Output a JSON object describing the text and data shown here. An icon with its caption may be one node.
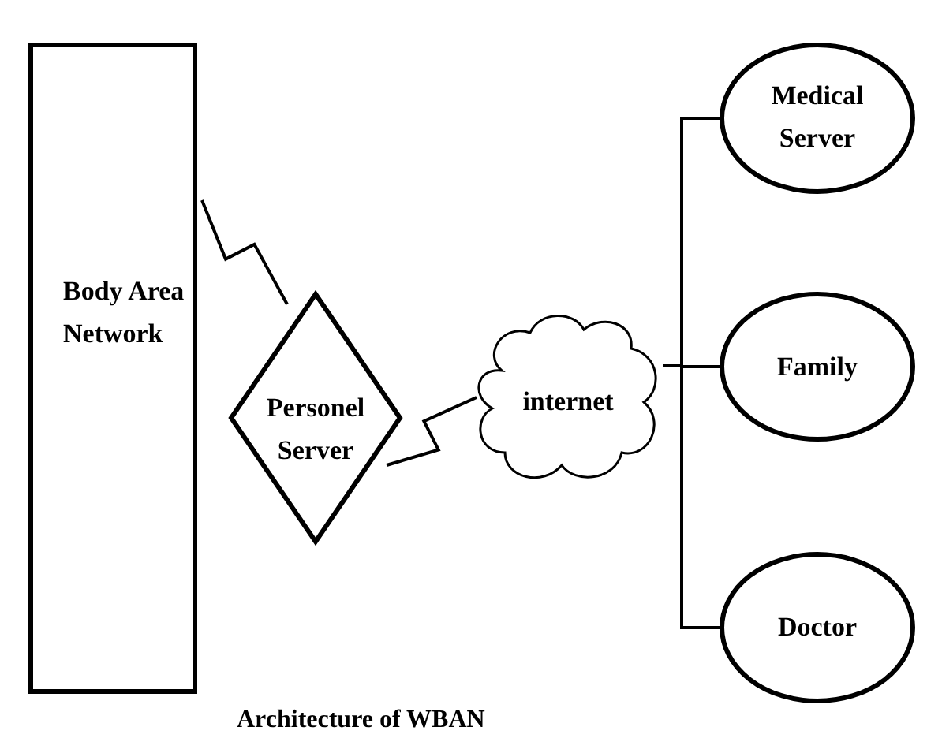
{
  "diagram": {
    "caption": "Architecture of WBAN",
    "nodes": [
      {
        "text": [
          "Body Area Network"
        ]
      },
      {
        "text": [
          "Personel Server"
        ]
      },
      {
        "text": [
          "internet"
        ]
      },
      {
        "text": [
          "Medical Server"
        ]
      },
      {
        "text": [
          "Family"
        ]
      },
      {
        "text": [
          "Doctor"
        ]
      }
    ],
    "edges": [
      {
        "from": 0,
        "to": 1,
        "arrow": "none"
      },
      {
        "from": 1,
        "to": 2,
        "arrow": "none"
      },
      {
        "from": 2,
        "to": 3,
        "arrow": "none"
      },
      {
        "from": 2,
        "to": 4,
        "arrow": "none"
      },
      {
        "from": 2,
        "to": 5,
        "arrow": "none"
      }
    ]
  }
}
